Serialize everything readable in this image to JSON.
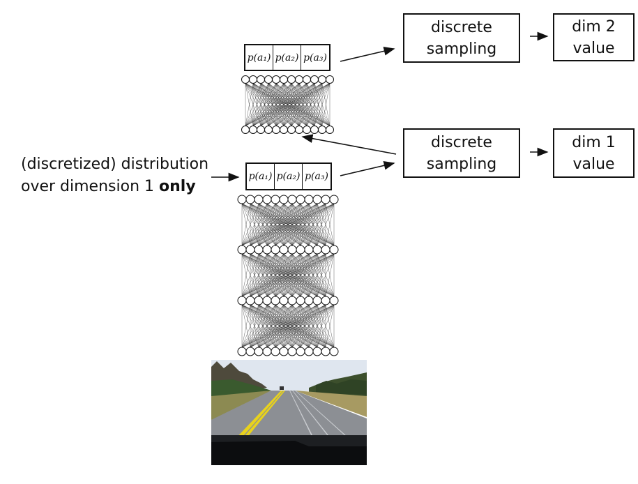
{
  "top_box_sampling": {
    "line1": "discrete",
    "line2": "sampling"
  },
  "top_box_value": {
    "line1": "dim 2",
    "line2": "value"
  },
  "bottom_box_sampling": {
    "line1": "discrete",
    "line2": "sampling"
  },
  "bottom_box_value": {
    "line1": "dim 1",
    "line2": "value"
  },
  "prob_cells": [
    "p(a₁)",
    "p(a₂)",
    "p(a₃)"
  ],
  "caption": {
    "line1": "(discretized) distribution",
    "line2_prefix": "over dimension 1 ",
    "line2_bold": "only"
  },
  "colors": {
    "stroke": "#111111",
    "road": "#8c8f94",
    "sky": "#dfe6ef",
    "lane_yellow": "#e8d21c"
  }
}
